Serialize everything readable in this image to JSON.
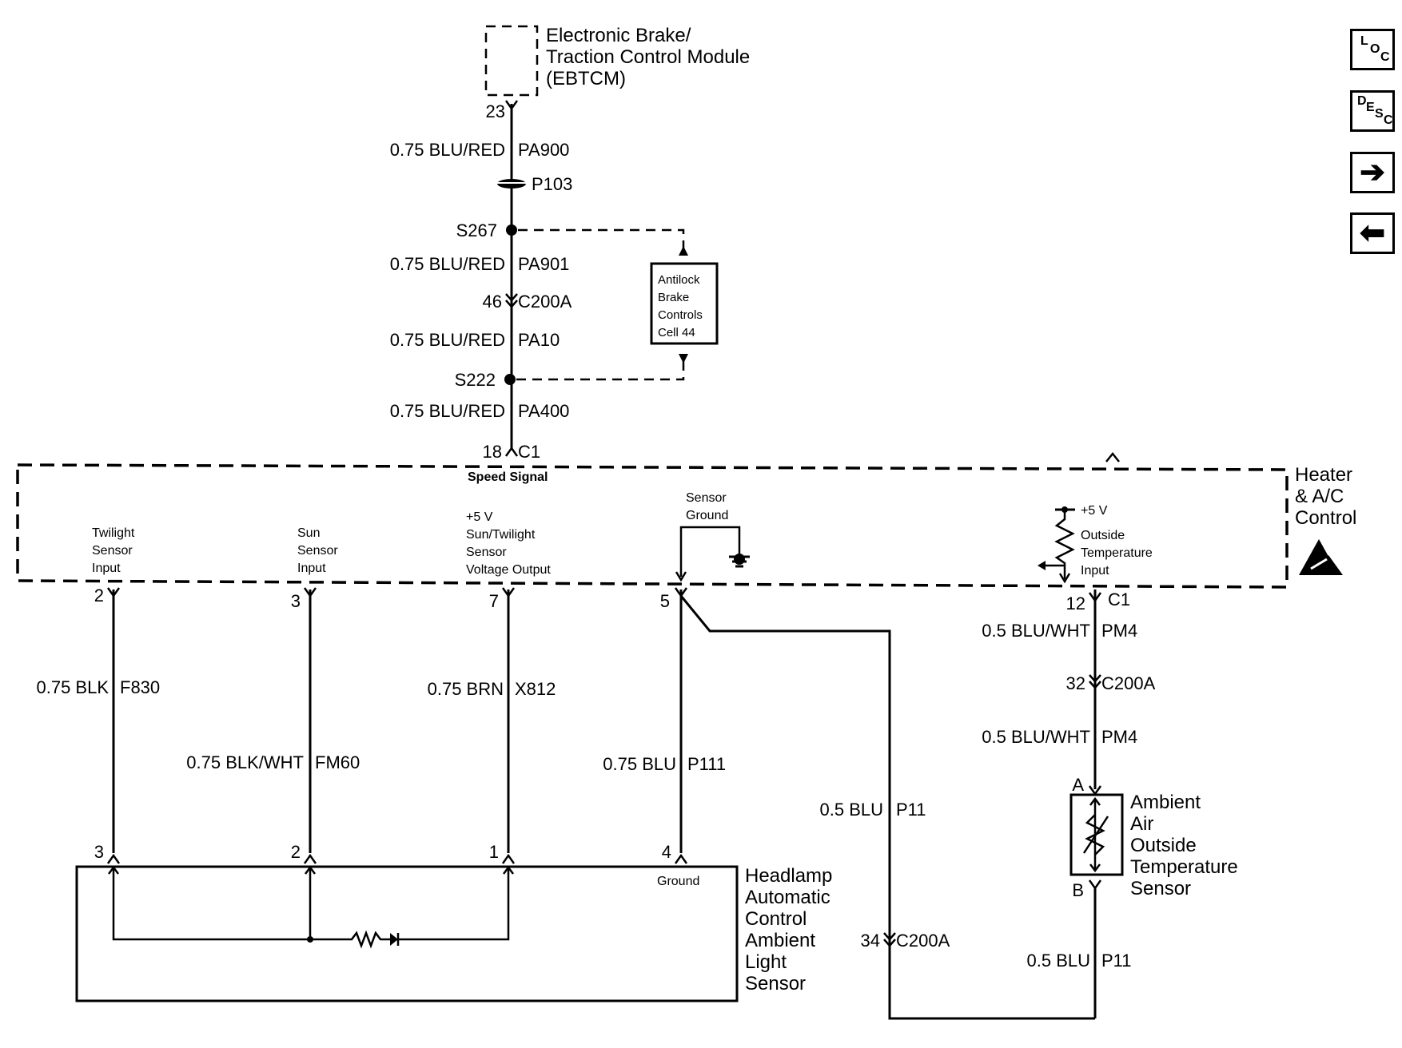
{
  "modules": {
    "ebtcm": [
      "Electronic Brake/",
      "Traction Control Module",
      "(EBTCM)"
    ],
    "antilock": [
      "Antilock",
      "Brake",
      "Controls",
      "Cell 44"
    ],
    "hvac": [
      "Heater",
      "& A/C",
      "Control"
    ],
    "headlamp": [
      "Headlamp",
      "Automatic",
      "Control",
      "Ambient",
      "Light",
      "Sensor"
    ],
    "ambient_temp": [
      "Ambient",
      "Air",
      "Outside",
      "Temperature",
      "Sensor"
    ]
  },
  "speed_path": {
    "ebtcm_pin": "23",
    "wire1": {
      "gauge": "0.75 BLU/RED",
      "circuit": "PA900"
    },
    "connector_p103": "P103",
    "splice_s267": "S267",
    "wire2": {
      "gauge": "0.75 BLU/RED",
      "circuit": "PA901"
    },
    "c200a_pin": "46",
    "c200a": "C200A",
    "wire3": {
      "gauge": "0.75 BLU/RED",
      "circuit": "PA10"
    },
    "splice_s222": "S222",
    "wire4": {
      "gauge": "0.75 BLU/RED",
      "circuit": "PA400"
    },
    "c1_pin": "18",
    "c1": "C1",
    "signal_label": "Speed Signal"
  },
  "hvac_inputs": {
    "twilight": [
      "Twilight",
      "Sensor",
      "Input"
    ],
    "sun": [
      "Sun",
      "Sensor",
      "Input"
    ],
    "voltage": [
      "+5 V",
      "Sun/Twilight",
      "Sensor",
      "Voltage Output"
    ],
    "sensor_ground": [
      "Sensor",
      "Ground"
    ],
    "outside_temp_5v": "+5 V",
    "outside_temp": [
      "Outside",
      "Temperature",
      "Input"
    ]
  },
  "pins_top": {
    "p2": "2",
    "p3": "3",
    "p7": "7",
    "p5": "5",
    "p12": "12",
    "c1": "C1"
  },
  "wires": {
    "f830": {
      "gauge": "0.75 BLK",
      "circuit": "F830"
    },
    "fm60": {
      "gauge": "0.75 BLK/WHT",
      "circuit": "FM60"
    },
    "x812": {
      "gauge": "0.75 BRN",
      "circuit": "X812"
    },
    "p111": {
      "gauge": "0.75 BLU",
      "circuit": "P111"
    },
    "p11_mid": {
      "gauge": "0.5 BLU",
      "circuit": "P11"
    },
    "pm4_top": {
      "gauge": "0.5 BLU/WHT",
      "circuit": "PM4"
    },
    "pm4_bot": {
      "gauge": "0.5 BLU/WHT",
      "circuit": "PM4"
    },
    "p11_right": {
      "gauge": "0.5 BLU",
      "circuit": "P11"
    }
  },
  "c200a_right": {
    "pin": "32",
    "name": "C200A"
  },
  "c200a_mid": {
    "pin": "34",
    "name": "C200A"
  },
  "pins_bottom": {
    "p3": "3",
    "p2": "2",
    "p1": "1",
    "p4": "4",
    "ground": "Ground"
  },
  "sensor_pins": {
    "a": "A",
    "b": "B"
  },
  "nav": {
    "loc": {
      "l": "L",
      "o": "O",
      "c": "C"
    },
    "desc": {
      "d": "D",
      "e": "E",
      "s": "S",
      "c": "C"
    },
    "next_icon": "arrow-right-icon",
    "prev_icon": "arrow-left-icon"
  }
}
